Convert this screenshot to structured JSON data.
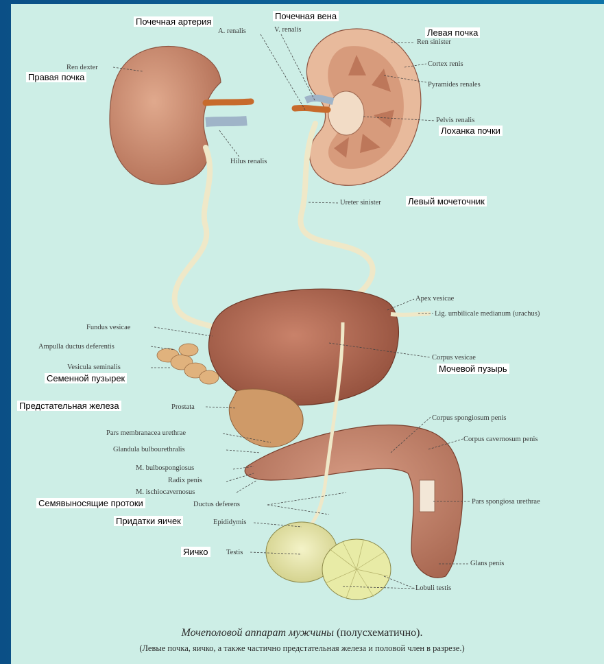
{
  "colors": {
    "frame": "#0e6aa3",
    "plate": "#cdeee6",
    "tissue": "#b56a4d",
    "tissue_light": "#d9a789",
    "artery": "#c76a2c",
    "vein": "#9fb4c8",
    "ureter": "#efe8c8",
    "gland": "#cf9a68",
    "testis": "#e3e6a7"
  },
  "ru_labels": {
    "artery": "Почечная артерия",
    "vein": "Почечная вена",
    "left_kidney": "Левая почка",
    "right_kidney": "Правая почка",
    "pelvis": "Лоханка почки",
    "left_ureter": "Левый мочеточник",
    "vesicle": "Семенной пузырек",
    "bladder": "Мочевой пузырь",
    "prostate": "Предстательная железа",
    "ducts": "Семявыносящие протоки",
    "epididymis": "Придатки яичек",
    "testis": "Яичко"
  },
  "lat_labels": {
    "a_renalis": "A. renalis",
    "v_renalis": "V. renalis",
    "ren_sinister": "Ren sinister",
    "ren_dexter": "Ren dexter",
    "cortex": "Cortex renis",
    "pyramides": "Pyramides renales",
    "pelvis": "Pelvis renalis",
    "hilus": "Hilus renalis",
    "ureter": "Ureter sinister",
    "apex": "Apex vesicae",
    "lig": "Lig. umbilicale medianum (urachus)",
    "fundus": "Fundus vesicae",
    "ampulla": "Ampulla ductus deferentis",
    "vesicula": "Vesicula seminalis",
    "corpus_vesicae": "Corpus vesicae",
    "prostata": "Prostata",
    "corpus_spong": "Corpus spongiosum penis",
    "corpus_cav": "Corpus cavernosum penis",
    "pars_membr": "Pars membranacea urethrae",
    "glandula": "Glandula bulbourethralis",
    "bulbosp": "M. bulbospongiosus",
    "radix": "Radix penis",
    "ischio": "M. ischiocavernosus",
    "ductus": "Ductus deferens",
    "pars_spong": "Pars spongiosa urethrae",
    "epididymis": "Epididymis",
    "testis": "Testis",
    "glans": "Glans penis",
    "lobuli": "Lobuli testis"
  },
  "caption": {
    "title_italic": "Мочеполовой аппарат мужчины",
    "title_rest": " (полусхематично).",
    "subtitle": "(Левые почка, яичко, а также частично предстательная железа и половой член в разрезе.)"
  }
}
